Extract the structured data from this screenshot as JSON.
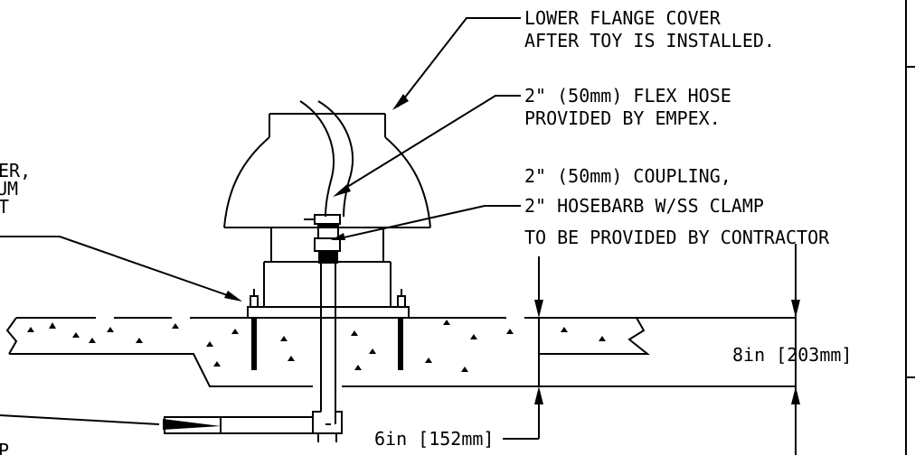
{
  "callouts": {
    "flange_cover": {
      "line1": "LOWER FLANGE COVER",
      "line2": "AFTER TOY IS INSTALLED."
    },
    "flex_hose": {
      "line1": "2\" (50mm) FLEX HOSE",
      "line2": "PROVIDED BY EMPEX."
    },
    "coupling": {
      "line1": "2\" (50mm) COUPLING,",
      "line2": "2\" HOSEBARB W/SS CLAMP",
      "line3": "TO BE PROVIDED BY CONTRACTOR"
    },
    "left_partial": {
      "line1": "ER,",
      "line2": "UM",
      "line3": "T",
      "line4": "P"
    }
  },
  "dimensions": {
    "slab_thickness": "8in [203mm]",
    "pipe_offset": "6in [152mm]"
  },
  "colors": {
    "line": "#000000",
    "background": "#ffffff"
  }
}
